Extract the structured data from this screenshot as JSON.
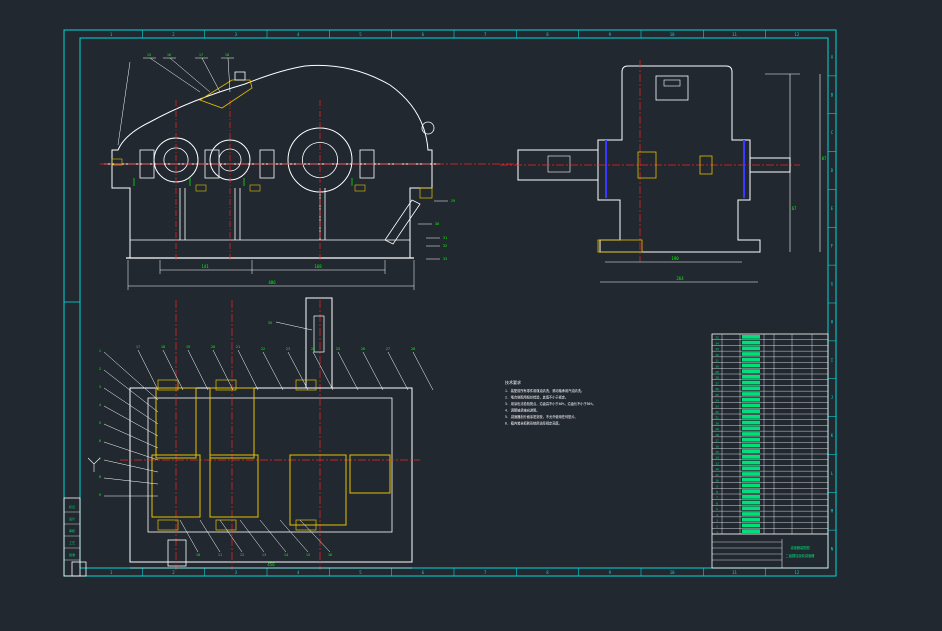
{
  "colors": {
    "background": "#212830",
    "frame": "#00d8d8",
    "outline": "#ffffff",
    "centerline": "#ff2020",
    "dimension": "#00ff00",
    "hatch": "#e6c000",
    "bearing": "#3a3aff",
    "tablegreen": "#00e07a"
  },
  "border": {
    "columns": [
      "1",
      "2",
      "3",
      "4",
      "5",
      "6",
      "7",
      "8",
      "9",
      "10",
      "11",
      "12"
    ],
    "rows": [
      "A",
      "B",
      "C",
      "D",
      "E",
      "F",
      "G",
      "H",
      "I",
      "J",
      "K",
      "L",
      "M",
      "N"
    ]
  },
  "views": {
    "front": {
      "balloons_top": [
        "15",
        "16",
        "17",
        "18"
      ],
      "balloons_right": [
        "29",
        "30",
        "31",
        "32",
        "33"
      ],
      "dims": [
        "141",
        "168",
        "486"
      ]
    },
    "side": {
      "dims": [
        "190",
        "264",
        "67",
        "87"
      ]
    },
    "plan": {
      "balloons_top": [
        "17",
        "18",
        "19",
        "20",
        "21",
        "22",
        "23",
        "24",
        "25",
        "26",
        "27",
        "28"
      ],
      "balloons_left": [
        "1",
        "2",
        "3",
        "4",
        "5",
        "6",
        "7",
        "8",
        "9"
      ],
      "balloons_bottom": [
        "10",
        "11",
        "12",
        "13",
        "14",
        "15",
        "16"
      ],
      "balloon_shaft": "35",
      "dim_bottom": "456"
    }
  },
  "notes": {
    "title": "技术要求",
    "lines": [
      "1. 装配前所有零件用煤油清洗，滚动轴承用汽油清洗。",
      "2. 啮合侧隙用铅丝检验，其值不小于规定。",
      "3. 用涂色法检验斑点，沿齿高不小于40%，沿齿长不小于50%。",
      "4. 调整轴承轴向游隙。",
      "5. 减速器剖分面涂密封胶，不允许使用任何垫片。",
      "6. 箱内装全损耗系统用油至规定高度。"
    ]
  },
  "parts_table": {
    "rows": [
      "35",
      "34",
      "33",
      "32",
      "31",
      "30",
      "29",
      "28",
      "27",
      "26",
      "25",
      "24",
      "23",
      "22",
      "21",
      "20",
      "19",
      "18",
      "17",
      "16",
      "15",
      "14",
      "13",
      "12",
      "11",
      "10",
      "9",
      "8",
      "7",
      "6",
      "5",
      "4",
      "3",
      "2",
      "1"
    ],
    "title": "减速器装配图",
    "subtitle": "二级圆柱齿轮减速器"
  },
  "revision_block": {
    "rows": [
      "标记",
      "设计",
      "审核",
      "工艺",
      "批准"
    ]
  }
}
